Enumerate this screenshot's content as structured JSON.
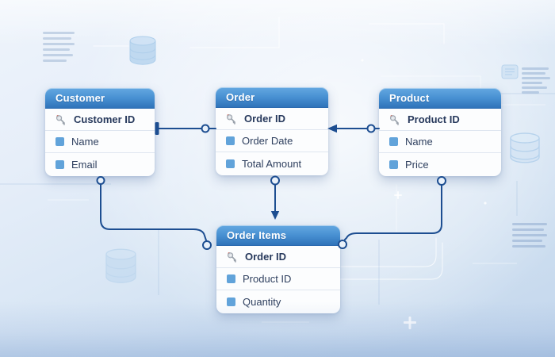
{
  "diagram": {
    "type": "entity-relationship",
    "tables": [
      {
        "id": "customer",
        "title": "Customer",
        "fields": [
          {
            "label": "Customer ID",
            "key": true,
            "icon": "primary-key-icon"
          },
          {
            "label": "Name",
            "key": false,
            "icon": "field-icon"
          },
          {
            "label": "Email",
            "key": false,
            "icon": "field-icon"
          }
        ]
      },
      {
        "id": "order",
        "title": "Order",
        "fields": [
          {
            "label": "Order ID",
            "key": true,
            "icon": "primary-key-icon"
          },
          {
            "label": "Order Date",
            "key": false,
            "icon": "field-icon"
          },
          {
            "label": "Total Amount",
            "key": false,
            "icon": "field-icon"
          }
        ]
      },
      {
        "id": "product",
        "title": "Product",
        "fields": [
          {
            "label": "Product ID",
            "key": true,
            "icon": "primary-key-icon"
          },
          {
            "label": "Name",
            "key": false,
            "icon": "field-icon"
          },
          {
            "label": "Price",
            "key": false,
            "icon": "field-icon"
          }
        ]
      },
      {
        "id": "order_items",
        "title": "Order Items",
        "fields": [
          {
            "label": "Order ID",
            "key": true,
            "icon": "primary-key-icon"
          },
          {
            "label": "Product ID",
            "key": false,
            "icon": "field-icon"
          },
          {
            "label": "Quantity",
            "key": false,
            "icon": "field-icon"
          }
        ]
      }
    ],
    "relationships": [
      {
        "from": "Customer",
        "to": "Order",
        "end_markers": [
          "bar",
          "ring"
        ]
      },
      {
        "from": "Product",
        "to": "Order",
        "end_markers": [
          "ring",
          "arrow"
        ]
      },
      {
        "from": "Order",
        "to": "Order Items",
        "end_markers": [
          "ring",
          "arrow"
        ]
      },
      {
        "from": "Customer",
        "to": "Order Items",
        "end_markers": [
          "ring",
          "ring"
        ]
      },
      {
        "from": "Product",
        "to": "Order Items",
        "end_markers": [
          "ring",
          "ring"
        ]
      }
    ],
    "decorations": [
      "database-cylinder-icon",
      "database-cylinder-icon",
      "database-cylinder-icon",
      "document-icon",
      "ghost-text",
      "circuit-lines",
      "plus-sparkle"
    ]
  },
  "colors": {
    "header_gradient_top": "#64a8e1",
    "header_gradient_bottom": "#2f73b9",
    "connector": "#1d4e91",
    "field_icon": "#61a3da",
    "field_text": "#2e3f5e",
    "card_background": "#fcfdfe",
    "canvas_top": "#eef4fb",
    "canvas_bottom": "#c3d6ec"
  }
}
